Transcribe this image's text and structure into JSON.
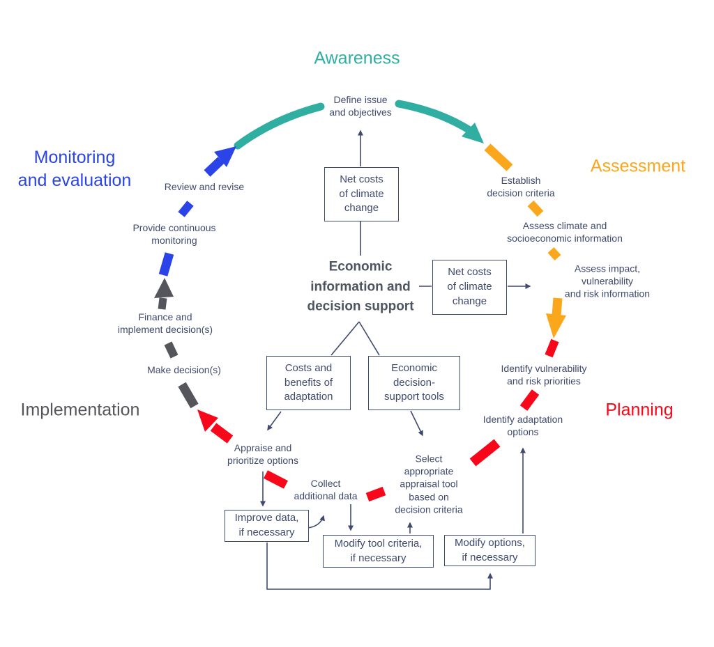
{
  "titles": {
    "awareness": "Awareness",
    "assessment": "Assessment",
    "planning": "Planning",
    "implementation": "Implementation",
    "monitoring": "Monitoring\nand evaluation"
  },
  "steps": {
    "define_issue": "Define issue\nand objectives",
    "establish_criteria": "Establish\ndecision criteria",
    "assess_climate": "Assess climate and\nsocioeconomic information",
    "assess_impact": "Assess impact, vulnerability\nand risk information",
    "identify_vulnerability": "Identify vulnerability\nand risk priorities",
    "identify_options": "Identify adaptation\noptions",
    "select_tool": "Select\nappropriate\nappraisal tool\nbased on\ndecision criteria",
    "collect_data": "Collect\nadditional data",
    "appraise_options": "Appraise and\nprioritize options",
    "make_decision": "Make decision(s)",
    "finance_implement": "Finance and\nimplement decision(s)",
    "continuous_monitoring": "Provide continuous\nmonitoring",
    "review_revise": "Review and revise"
  },
  "boxes": {
    "net_costs_top": "Net costs\nof climate\nchange",
    "net_costs_center": "Net costs\nof climate\nchange",
    "costs_benefits": "Costs and\nbenefits of\nadaptation",
    "decision_tools": "Economic\ndecision-\nsupport tools",
    "improve_data": "Improve data,\nif necessary",
    "modify_tool": "Modify tool criteria,\nif necessary",
    "modify_options": "Modify options,\nif necessary"
  },
  "center": {
    "label": "Economic\ninformation and\ndecision support"
  },
  "colors": {
    "teal": "#2FAEA1",
    "orange": "#FBA71B",
    "red": "#F8071A",
    "blue": "#2A44E8",
    "gray": "#54565B",
    "navy": "#3F4A6D",
    "center_text": "#4E5560"
  }
}
